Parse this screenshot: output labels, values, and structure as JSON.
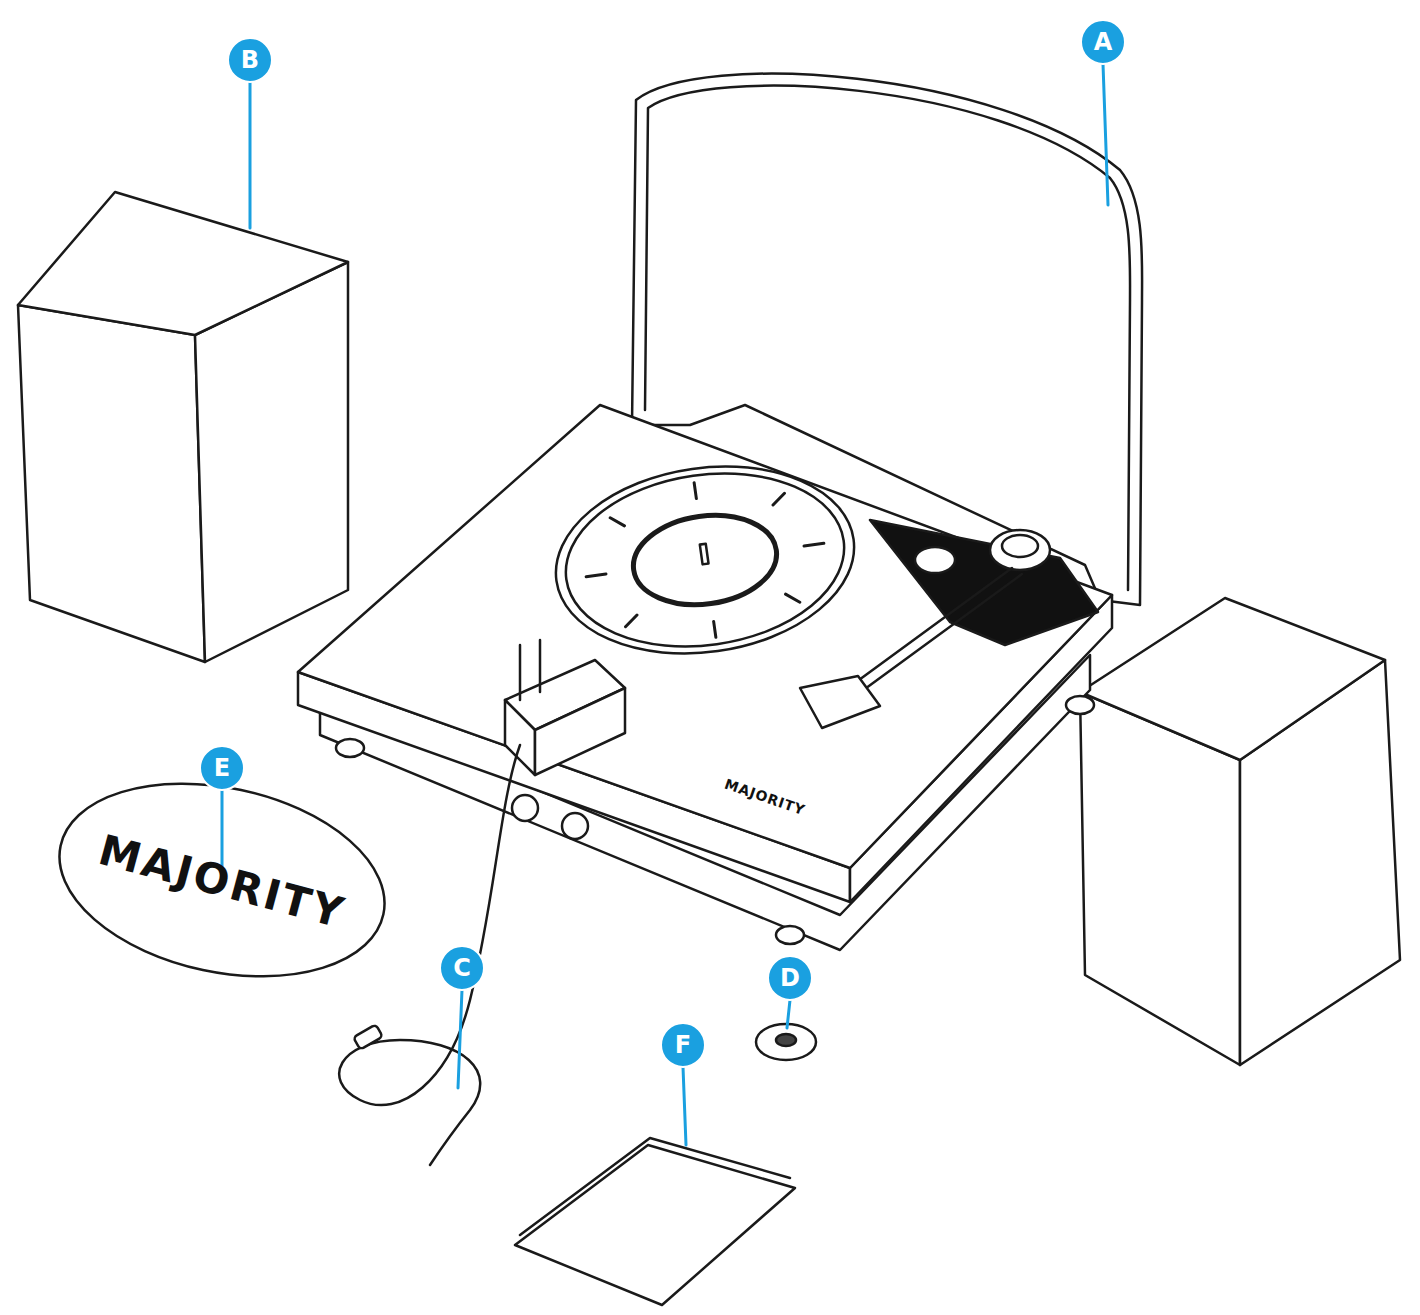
{
  "diagram": {
    "labels": [
      "A",
      "B",
      "E",
      "MAJORITY",
      "MAJORITY",
      "C",
      "D",
      "F"
    ]
  }
}
